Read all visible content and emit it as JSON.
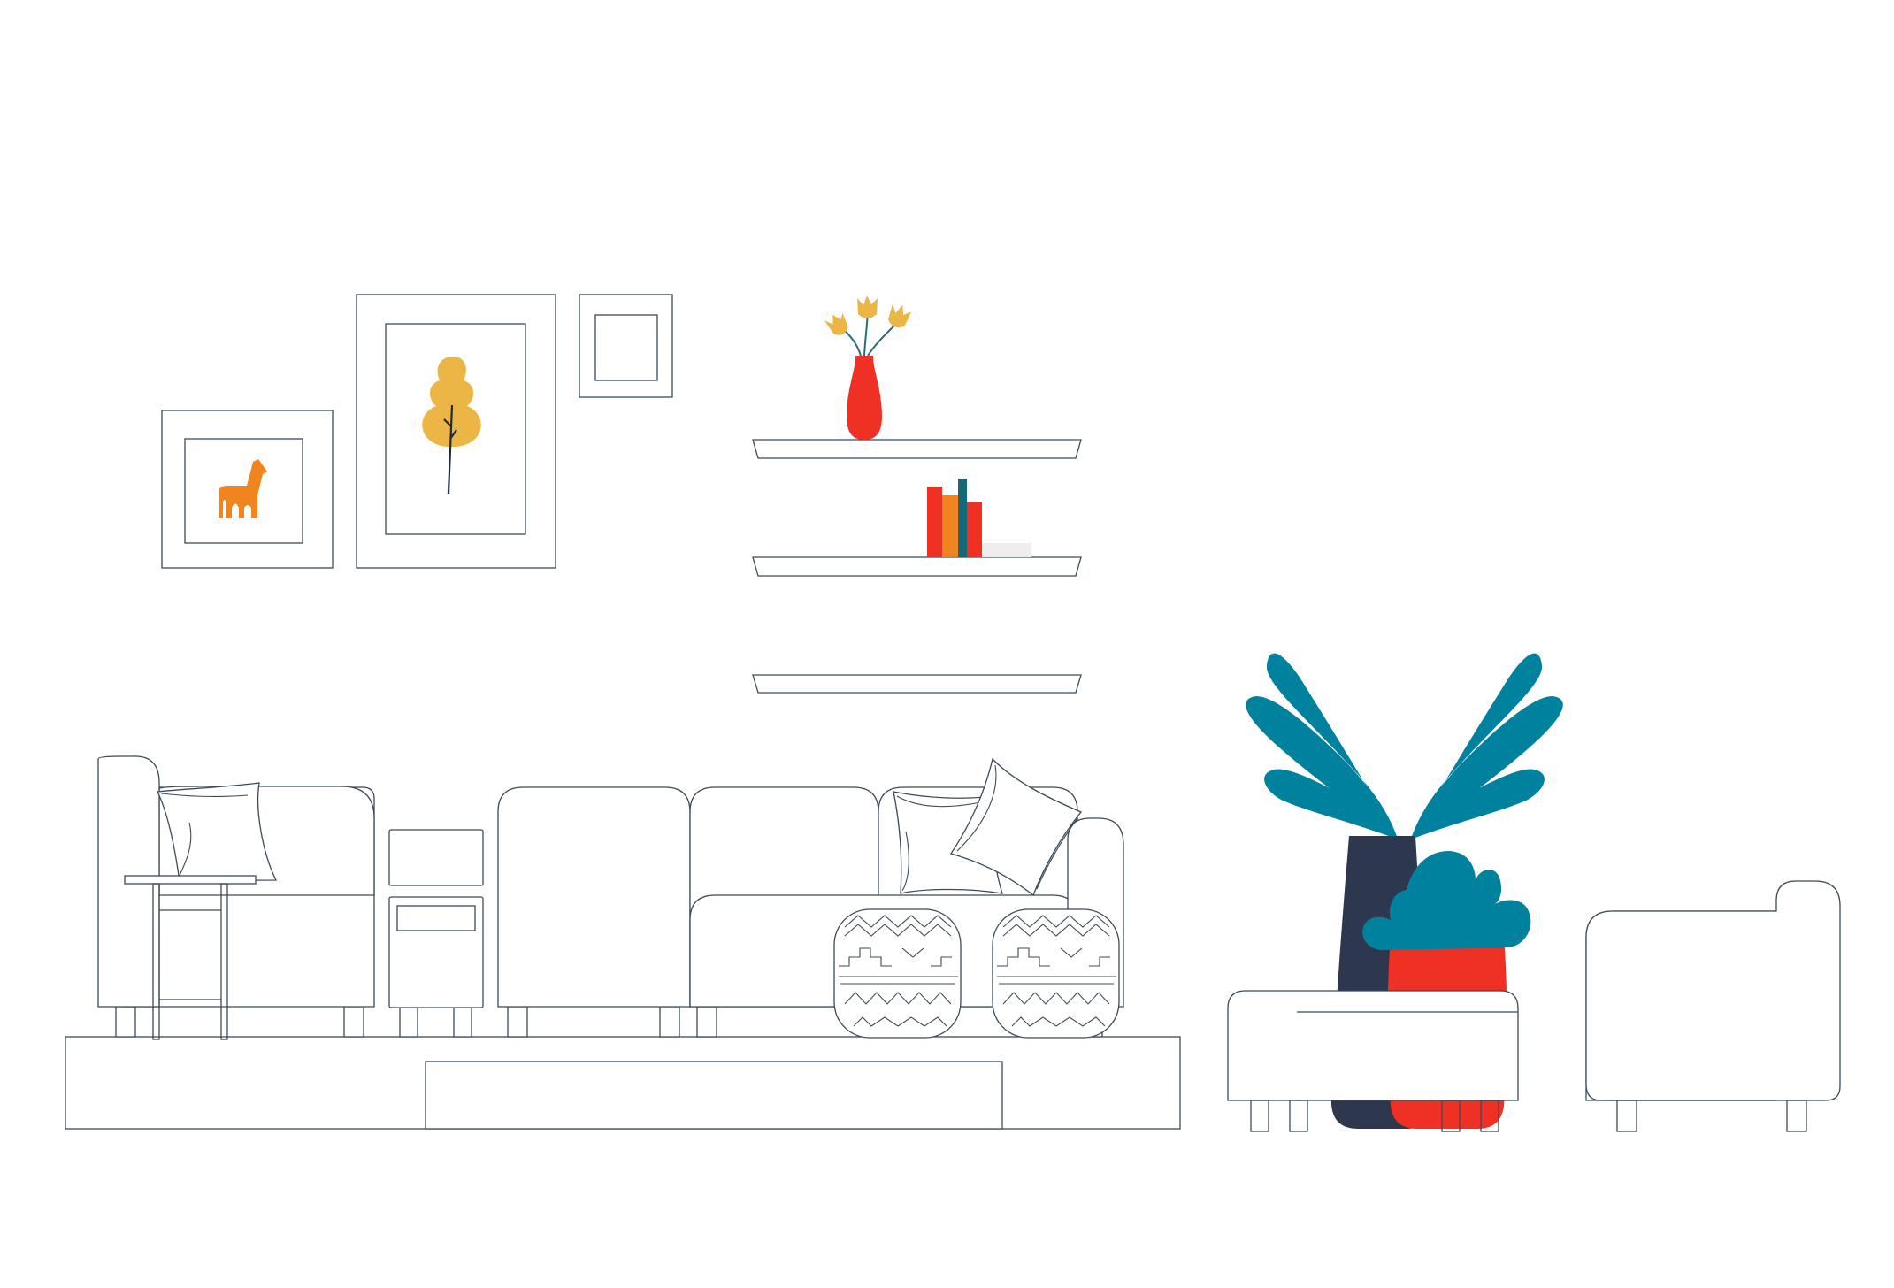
{
  "scene": {
    "colors": {
      "background": "#ffffff",
      "outline": "#3c4a57",
      "mustard": "#ecb646",
      "orange": "#f0841f",
      "red": "#ee3124",
      "teal": "#00829f",
      "dark_teal": "#146a78",
      "navy": "#2d374d",
      "stem": "#2c6d74",
      "pale_gray": "#eeeeee"
    },
    "objects": [
      "picture-frame-giraffe",
      "picture-frame-tree",
      "picture-frame-small-empty",
      "wall-shelf-top",
      "wall-shelf-middle",
      "wall-shelf-bottom",
      "vase-with-tulips",
      "book-stack",
      "armchair-left",
      "side-table",
      "nightstand",
      "sofa",
      "throw-pillows",
      "patterned-poufs",
      "tv-stand-platform",
      "ottoman",
      "tall-potted-plant",
      "small-potted-plant",
      "armchair-right"
    ]
  }
}
